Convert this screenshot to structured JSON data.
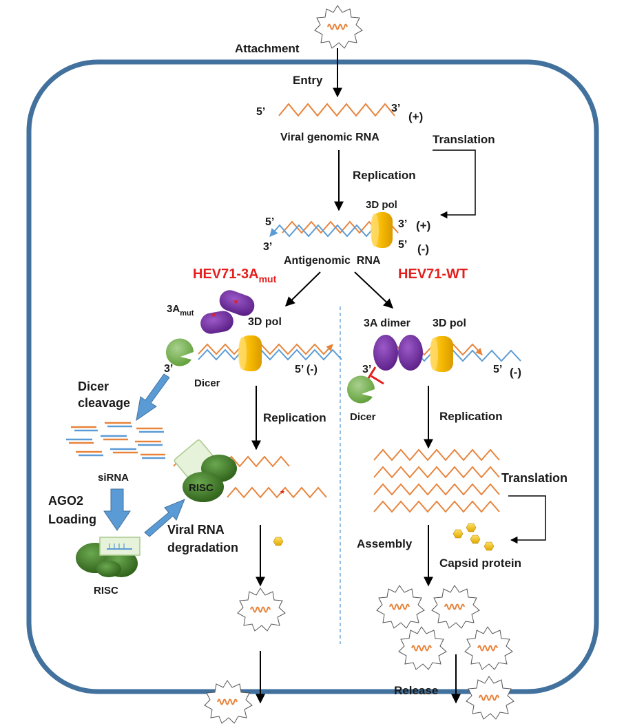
{
  "labels": {
    "attachment": "Attachment",
    "entry": "Entry",
    "five_prime": "5’",
    "three_prime": "3’",
    "plus": "(+)",
    "minus": "(-)",
    "viral_genomic_rna": "Viral genomic RNA",
    "translation": "Translation",
    "replication": "Replication",
    "pol_3d": "3D pol",
    "antigenomic_rna": "Antigenomic  RNA",
    "mutant_strain_main": "HEV71-3A",
    "mutant_strain_sub": "mut",
    "wt_strain": "HEV71-WT",
    "a3_main": "3A",
    "a3_sub": "mut",
    "a3_dimer": "3A dimer",
    "dicer": "Dicer",
    "five_prime_minus": "5’ (-)",
    "dicer_cleavage_line1": "Dicer",
    "dicer_cleavage_line2": "cleavage",
    "sirna": "siRNA",
    "risc": "RISC",
    "ago2_line1": "AGO2",
    "ago2_line2": "Loading",
    "viral_rna_degradation_line1": "Viral RNA",
    "viral_rna_degradation_line2": "degradation",
    "assembly": "Assembly",
    "capsid_protein": "Capsid protein",
    "release": "Release"
  },
  "colors": {
    "cell_border": "#41719c",
    "positive_strand": "#e8833a",
    "negative_strand": "#5b9bd5",
    "polymerase": "#f5b800",
    "protein_3a": "#7030a0",
    "dicer": "#70ad47",
    "risc": "#38761d",
    "capsid": "#f5c400",
    "strain_label": "#e41d1d",
    "divider": "#5b9bd5"
  },
  "icons": [
    "virion-icon",
    "polymerase-icon",
    "protein-3a-icon",
    "dicer-icon",
    "risc-icon",
    "capsid-icon",
    "block-icon"
  ]
}
